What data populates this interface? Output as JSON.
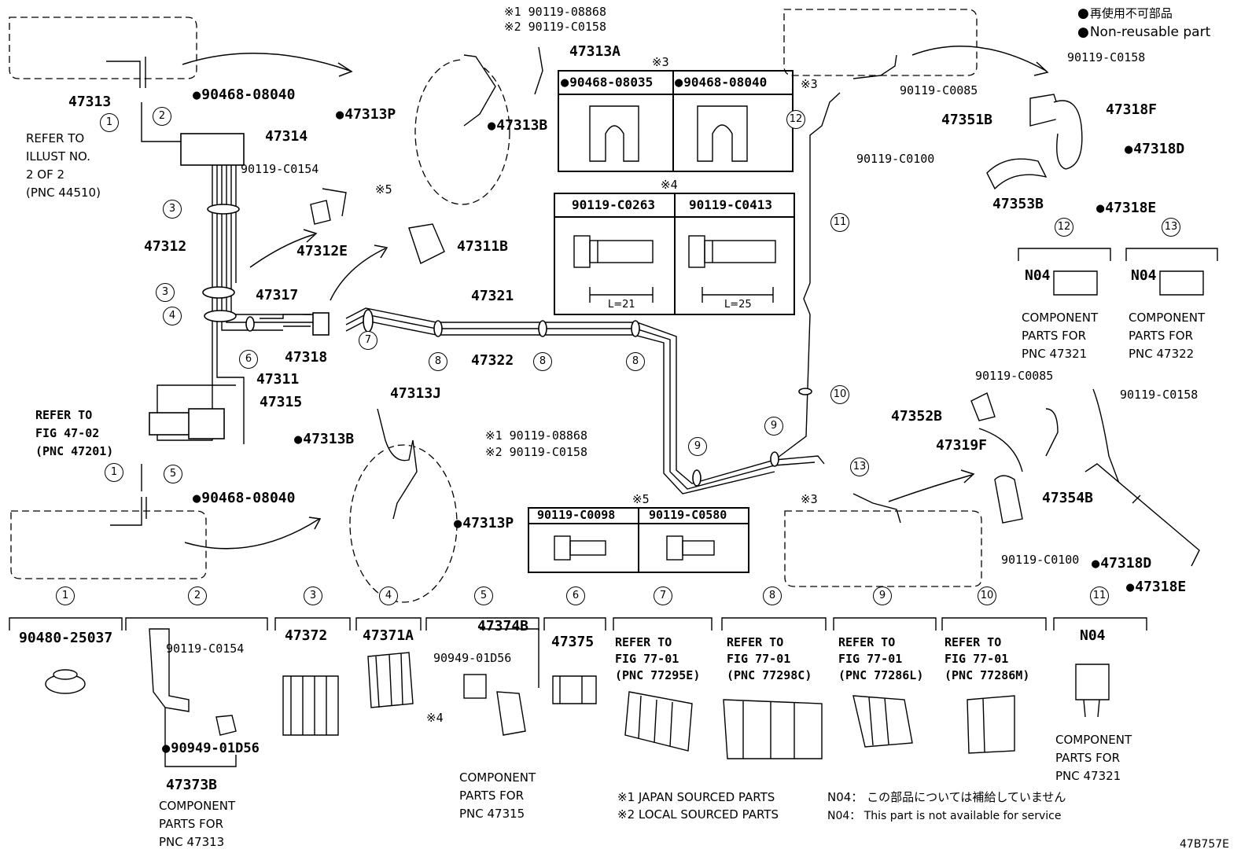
{
  "legend": {
    "jp": "再使用不可部品",
    "en": "Non-reusable part"
  },
  "diagram_id": "47B757E",
  "notes": {
    "n1": "※1 JAPAN SOURCED PARTS",
    "n2": "※2 LOCAL SOURCED PARTS",
    "n04_jp": "N04： この部品については補給していません",
    "n04_en": "N04： This part is not available for service"
  },
  "refer_illust": "REFER TO\nILLUST NO.\n2 OF 2\n(PNC 44510)",
  "refer_fig4702": "REFER TO\nFIG 47-02\n(PNC 47201)",
  "labels": {
    "p47313": "47313",
    "p47314": "47314",
    "p47312": "47312",
    "p47312E": "47312E",
    "p47311B": "47311B",
    "p47317": "47317",
    "p47318": "47318",
    "p47311": "47311",
    "p47315": "47315",
    "p47321": "47321",
    "p47322": "47322",
    "p47313A": "47313A",
    "p47313P_top": "47313P",
    "p47313B_top": "47313B",
    "p47313J": "47313J",
    "p47313B_bot": "47313B",
    "p47313P_bot": "47313P",
    "b08868_top": "※1 90119-08868",
    "bC0158_top": "※2 90119-C0158",
    "b08868_bot": "※1 90119-08868",
    "bC0158_bot": "※2 90119-C0158",
    "c08040_top": "90468-08040",
    "c08040_bot": "90468-08040",
    "bC0154": "90119-C0154",
    "x5": "※5",
    "p47318F": "47318F",
    "p47351B": "47351B",
    "p47353B": "47353B",
    "p47318D_top": "47318D",
    "p47318E_top": "47318E",
    "bC0158_r": "90119-C0158",
    "bC0085_r": "90119-C0085",
    "bC0100_r": "90119-C0100",
    "p47352B": "47352B",
    "p47319F": "47319F",
    "p47354B": "47354B",
    "bC0085_r2": "90119-C0085",
    "bC0158_r2": "90119-C0158",
    "bC0100_r2": "90119-C0100",
    "p47318D_bot": "47318D",
    "p47318E_bot": "47318E",
    "x3a": "※3",
    "x3b": "※3"
  },
  "tables": {
    "t3": {
      "mark": "※3",
      "cols": [
        "90468-08035",
        "90468-08040"
      ]
    },
    "t4": {
      "mark": "※4",
      "cols": [
        "90119-C0263",
        "90119-C0413"
      ],
      "dims": [
        "L=21",
        "L=25"
      ]
    },
    "t5": {
      "mark": "※5",
      "cols": [
        "90119-C0098",
        "90119-C0580"
      ]
    }
  },
  "clips_right": [
    {
      "num": "12",
      "code": "N04",
      "desc": "COMPONENT\nPARTS FOR\nPNC 47321"
    },
    {
      "num": "13",
      "code": "N04",
      "desc": "COMPONENT\nPARTS FOR\nPNC 47322"
    }
  ],
  "bottom": [
    {
      "num": "1",
      "part": "90480-25037"
    },
    {
      "num": "2",
      "part": "90119-C0154",
      "part2": "90949-01D56",
      "part3": "47373B",
      "desc": "COMPONENT\nPARTS FOR\nPNC 47313"
    },
    {
      "num": "3",
      "part": "47372"
    },
    {
      "num": "4",
      "part": "47371A"
    },
    {
      "num": "5",
      "part": "47374B",
      "part2": "90949-01D56",
      "x4": "※4",
      "desc": "COMPONENT\nPARTS FOR\nPNC 47315"
    },
    {
      "num": "6",
      "part": "47375"
    },
    {
      "num": "7",
      "refer": "REFER TO\nFIG 77-01\n(PNC 77295E)"
    },
    {
      "num": "8",
      "refer": "REFER TO\nFIG 77-01\n(PNC 77298C)"
    },
    {
      "num": "9",
      "refer": "REFER TO\nFIG 77-01\n(PNC 77286L)"
    },
    {
      "num": "10",
      "refer": "REFER TO\nFIG 77-01\n(PNC 77286M)"
    },
    {
      "num": "11",
      "part": "N04",
      "desc": "COMPONENT\nPARTS FOR\nPNC 47321"
    }
  ],
  "callouts": {
    "c1a": "1",
    "c2a": "2",
    "c3a": "3",
    "c3b": "3",
    "c4a": "4",
    "c6a": "6",
    "c7a": "7",
    "c8a": "8",
    "c8b": "8",
    "c8c": "8",
    "c1b": "1",
    "c5a": "5",
    "c9a": "9",
    "c9b": "9",
    "c10a": "10",
    "c11a": "11",
    "c12a": "12",
    "c13a": "13"
  }
}
